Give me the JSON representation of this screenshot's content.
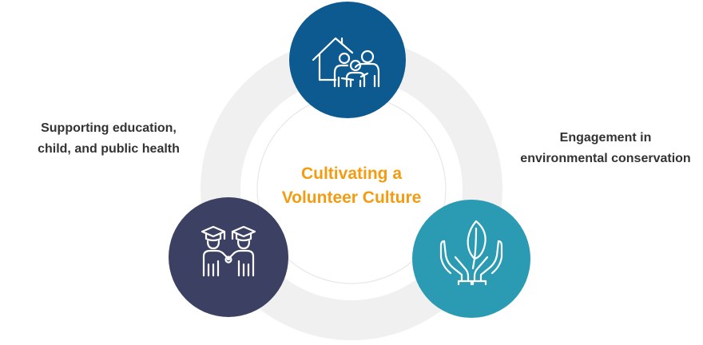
{
  "center": {
    "line1": "Cultivating a",
    "line2": "Volunteer Culture",
    "color": "#f39c12"
  },
  "labels": {
    "left": {
      "line1": "Supporting education,",
      "line2": "child, and public health"
    },
    "right": {
      "line1": "Engagement in",
      "line2": "environmental conservation"
    }
  },
  "nodes": {
    "top": {
      "icon": "family-home-icon",
      "color": "#0d5a91"
    },
    "left": {
      "icon": "graduates-icon",
      "color": "#3c4062"
    },
    "right": {
      "icon": "hands-leaf-icon",
      "color": "#2b9bb4"
    }
  },
  "ring_color": "#f0f0f0"
}
